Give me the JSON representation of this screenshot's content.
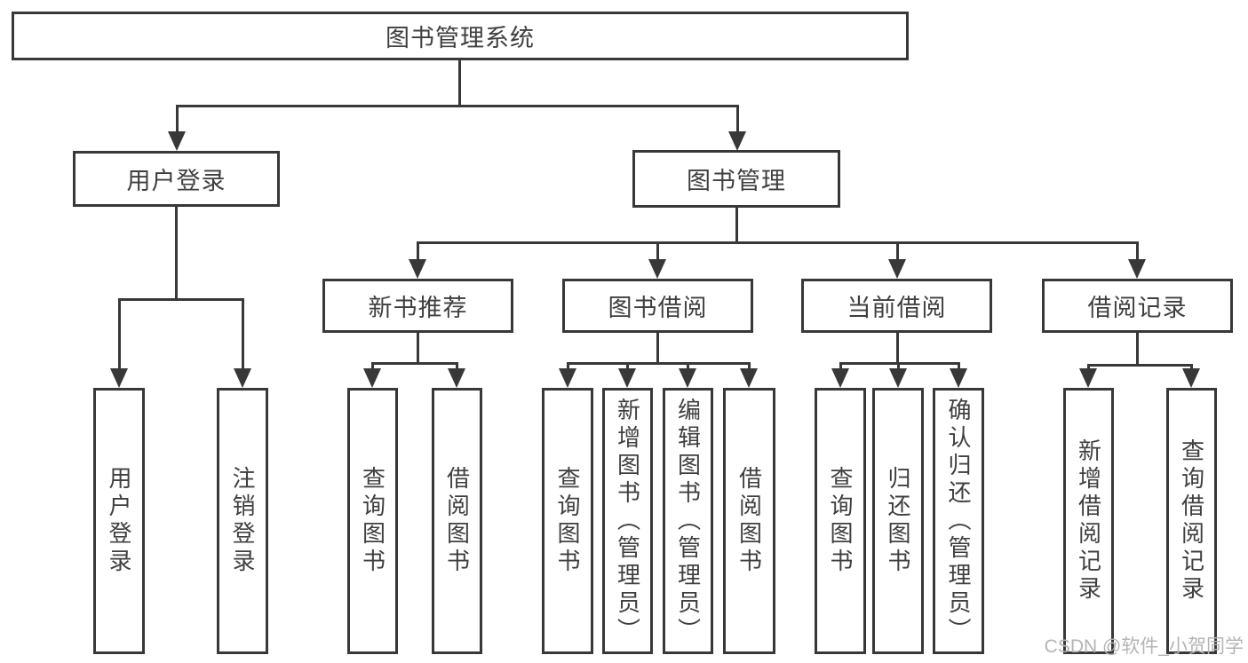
{
  "nodes": {
    "root": "图书管理系统",
    "user_login": "用户登录",
    "book_mgmt": "图书管理",
    "new_books": "新书推荐",
    "book_borrow": "图书借阅",
    "current_borrow": "当前借阅",
    "borrow_records": "借阅记录",
    "leaves": {
      "user_login": [
        "用户登录",
        "注销登录"
      ],
      "new_books": [
        "查询图书",
        "借阅图书"
      ],
      "book_borrow": [
        "查询图书",
        "新增图书（管理员）",
        "编辑图书（管理员）",
        "借阅图书"
      ],
      "current_borrow": [
        "查询图书",
        "归还图书",
        "确认归还（管理员）"
      ],
      "borrow_records": [
        "新增借阅记录",
        "查询借阅记录"
      ]
    }
  },
  "watermark": "CSDN @软件_小贺同学",
  "colors": {
    "line": "#383838",
    "text": "#3f3f3f",
    "watermark": "#b4b4b4"
  }
}
